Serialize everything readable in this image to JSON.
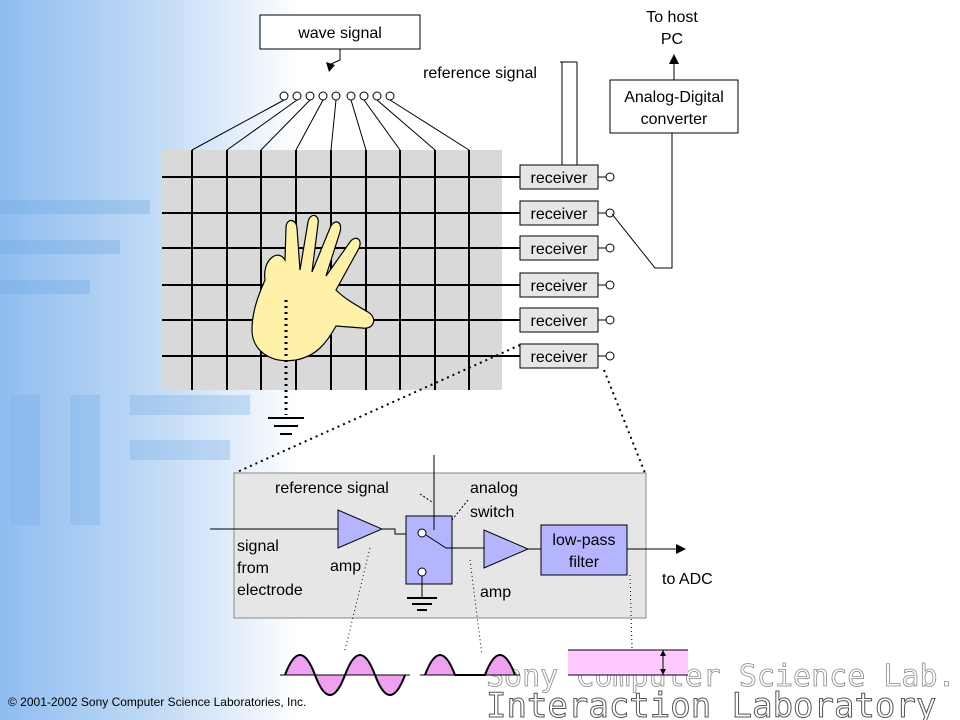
{
  "labels": {
    "wave_signal": "wave signal",
    "reference_signal_top": "reference signal",
    "to_host_1": "To host",
    "to_host_2": "PC",
    "adc_1": "Analog-Digital",
    "adc_2": "converter",
    "receiver": "receiver",
    "reference_signal_detail": "reference signal",
    "analog": "analog",
    "switch": "switch",
    "signal": "signal",
    "from": "from",
    "electrode": "electrode",
    "amp": "amp",
    "low_pass": "low-pass",
    "filter": "filter",
    "to_adc": "to ADC"
  },
  "receivers": [
    "receiver",
    "receiver",
    "receiver",
    "receiver",
    "receiver",
    "receiver"
  ],
  "footer": {
    "copyright": "© 2001-2002  Sony Computer Science Laboratories, Inc.",
    "brand_line1": "Sony Computer Science Lab. Inc.",
    "brand_line2": "Interaction Laboratory"
  },
  "colors": {
    "background_left": "#9fc6f0",
    "grid_background": "#d9d9d9",
    "detail_box": "#e6e6e6",
    "component_fill": "#b4b4ff",
    "hand_fill": "#fff2a8",
    "waveform_fill": "#f0a0f0",
    "pink_band": "#ffc8ff"
  }
}
